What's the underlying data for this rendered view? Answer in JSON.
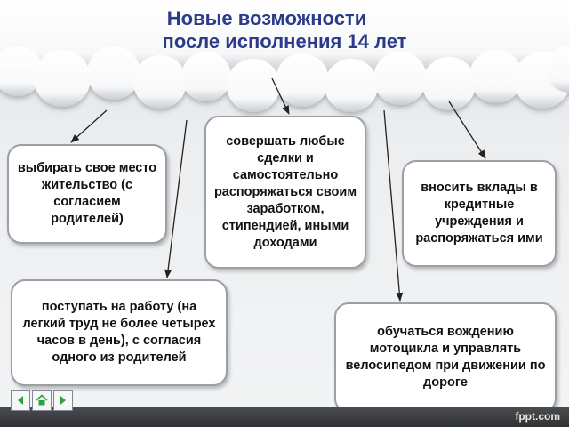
{
  "title": {
    "line1": "Новые возможности",
    "line2": "после исполнения 14 лет"
  },
  "boxes": [
    {
      "id": "b1",
      "text": "совершать любые сделки и самостоятельно распоряжаться своим заработком, стипендией, иными доходами"
    },
    {
      "id": "b2",
      "text": "выбирать свое место жительство (с согласием родителей)"
    },
    {
      "id": "b3",
      "text": "вносить вклады в кредитные учреждения и распоряжаться ими"
    },
    {
      "id": "b4",
      "text": "поступать на работу (на легкий труд не более четырех часов в день), с согласия одного из родителей"
    },
    {
      "id": "b5",
      "text": "обучаться вождению мотоцикла и управлять велосипедом при движении по дороге"
    }
  ],
  "footer": {
    "watermark": "fppt.com",
    "nav_icons": [
      "prev-icon",
      "home-icon",
      "next-icon"
    ]
  },
  "colors": {
    "title": "#2b3a8a",
    "box_border": "#9aa0a6",
    "bottom_bar": "#333537"
  }
}
